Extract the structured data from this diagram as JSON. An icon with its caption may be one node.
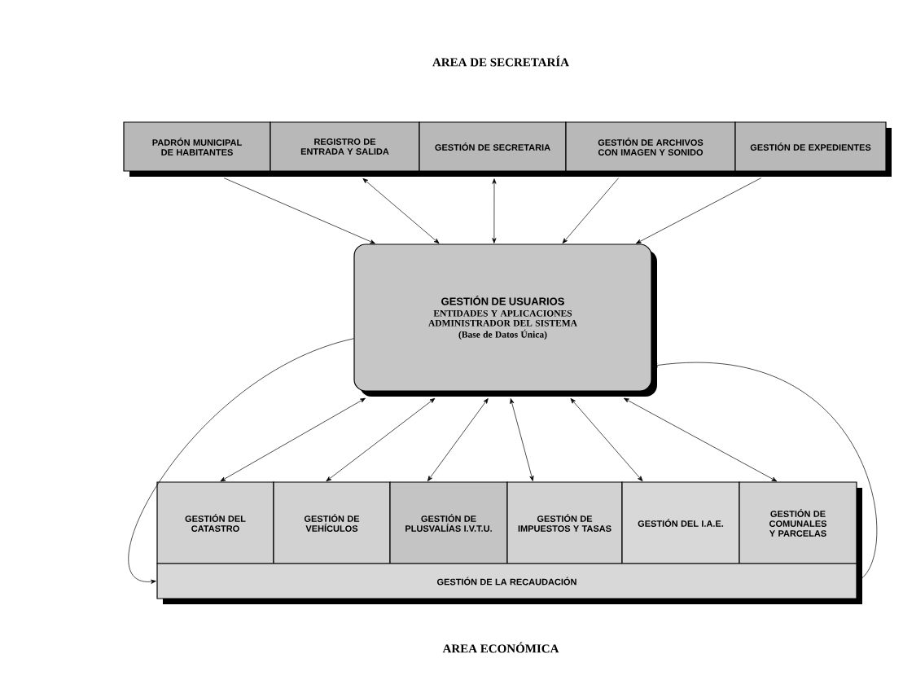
{
  "diagram": {
    "nodes": [
      {
        "text": [
          "PADRÓN MUNICIPAL DE HABITANTES"
        ]
      },
      {
        "text": [
          "REGISTRO DE ENTRADA Y SALIDA"
        ]
      },
      {
        "text": [
          "GESTIÓN DE SECRETARIA"
        ]
      },
      {
        "text": [
          "GESTIÓN DE ARCHIVOS CON IMAGEN Y SONIDO"
        ]
      },
      {
        "text": [
          "GESTIÓN DE EXPEDIENTES"
        ]
      },
      {
        "text": [
          "GESTIÓN DE USUARIOS",
          "ENTIDADES Y APLICACIONES ADMINISTRADOR DEL SISTEMA",
          "(Base de Datos Única)"
        ]
      },
      {
        "text": [
          "GESTIÓN DEL CATASTRO"
        ]
      },
      {
        "text": [
          "GESTIÓN DE VEHÍCULOS"
        ]
      },
      {
        "text": [
          "GESTIÓN DE PLUSVALÍAS I.V.T.U."
        ]
      },
      {
        "text": [
          "GESTIÓN DE IMPUESTOS Y TASAS"
        ]
      },
      {
        "text": [
          "GESTIÓN DEL I.A.E."
        ]
      },
      {
        "text": [
          "GESTIÓN DE COMUNALES Y PARCELAS"
        ]
      },
      {
        "text": [
          "GESTIÓN DE LA RECAUDACIÓN"
        ]
      }
    ],
    "edges": [
      {
        "from": 0,
        "to": 5,
        "arrow": "to"
      },
      {
        "from": 1,
        "to": 5,
        "arrow": "both"
      },
      {
        "from": 2,
        "to": 5,
        "arrow": "both"
      },
      {
        "from": 3,
        "to": 5,
        "arrow": "to"
      },
      {
        "from": 4,
        "to": 5,
        "arrow": "to"
      },
      {
        "from": 5,
        "to": 6,
        "arrow": "both"
      },
      {
        "from": 5,
        "to": 7,
        "arrow": "both"
      },
      {
        "from": 5,
        "to": 8,
        "arrow": "both"
      },
      {
        "from": 5,
        "to": 9,
        "arrow": "both"
      },
      {
        "from": 5,
        "to": 10,
        "arrow": "both"
      },
      {
        "from": 5,
        "to": 11,
        "arrow": "both"
      },
      {
        "from": 5,
        "to": 12,
        "arrow": "to"
      },
      {
        "from": 12,
        "to": 5,
        "arrow": "to"
      }
    ],
    "labels": [
      "AREA DE SECRETARÍA",
      "AREA ECONÓMICA"
    ]
  }
}
